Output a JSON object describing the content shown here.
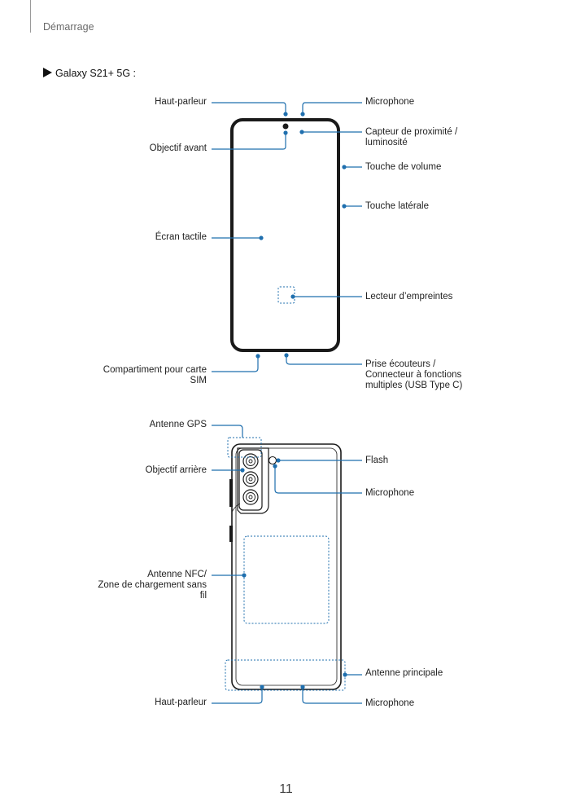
{
  "header": {
    "section": "Démarrage"
  },
  "model_title": "Galaxy S21+ 5G :",
  "front": {
    "labels": {
      "speaker": "Haut-parleur",
      "front_camera": "Objectif avant",
      "touchscreen": "Écran tactile",
      "sim_tray": [
        "Compartiment pour carte",
        "SIM"
      ],
      "microphone": "Microphone",
      "proximity_sensor": [
        "Capteur de proximité /",
        "luminosité"
      ],
      "volume_key": "Touche de volume",
      "side_key": "Touche latérale",
      "fingerprint": "Lecteur d’empreintes",
      "earphone_jack": [
        "Prise écouteurs /",
        "Connecteur à fonctions",
        "multiples (USB Type C)"
      ]
    }
  },
  "back": {
    "labels": {
      "gps_antenna": "Antenne GPS",
      "rear_camera": "Objectif arrière",
      "nfc_antenna": [
        "Antenne NFC/",
        "Zone de chargement sans",
        "fil"
      ],
      "speaker": "Haut-parleur",
      "flash": "Flash",
      "microphone_top": "Microphone",
      "main_antenna": "Antenne principale",
      "microphone_bottom": "Microphone"
    }
  },
  "colors": {
    "callout": "#1f6fae",
    "outline": "#1a1a1a"
  },
  "page_number": "11"
}
